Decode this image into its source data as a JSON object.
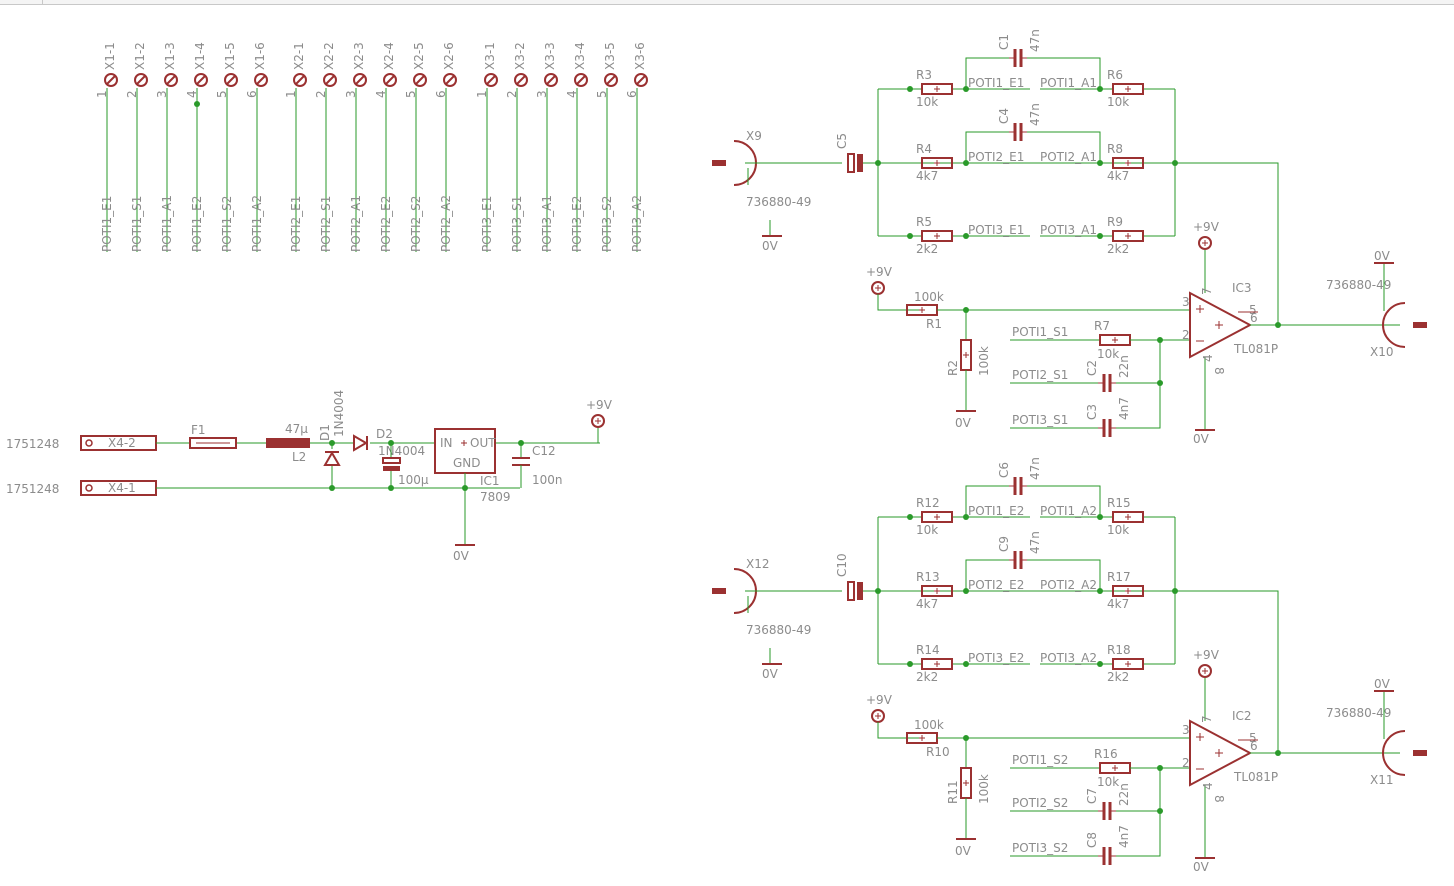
{
  "colors": {
    "wire": "#2a9a2a",
    "component": "#9b3131",
    "text": "#8c8c8c",
    "junction": "#2a9a2a",
    "background": "#ffffff"
  },
  "header_blocks": [
    {
      "pins": [
        {
          "ref": "X1-1",
          "num": "1",
          "net": "POTI1_E1"
        },
        {
          "ref": "X1-2",
          "num": "2",
          "net": "POTI1_S1"
        },
        {
          "ref": "X1-3",
          "num": "3",
          "net": "POTI1_A1"
        },
        {
          "ref": "X1-4",
          "num": "4",
          "net": "POTI1_E2"
        },
        {
          "ref": "X1-5",
          "num": "5",
          "net": "POTI1_S2"
        },
        {
          "ref": "X1-6",
          "num": "6",
          "net": "POTI1_A2"
        }
      ]
    },
    {
      "pins": [
        {
          "ref": "X2-1",
          "num": "1",
          "net": "POTI2_E1"
        },
        {
          "ref": "X2-2",
          "num": "2",
          "net": "POTI2_S1"
        },
        {
          "ref": "X2-3",
          "num": "3",
          "net": "POTI2_A1"
        },
        {
          "ref": "X2-4",
          "num": "4",
          "net": "POTI2_E2"
        },
        {
          "ref": "X2-5",
          "num": "5",
          "net": "POTI2_S2"
        },
        {
          "ref": "X2-6",
          "num": "6",
          "net": "POTI2_A2"
        }
      ]
    },
    {
      "pins": [
        {
          "ref": "X3-1",
          "num": "1",
          "net": "POTI3_E1"
        },
        {
          "ref": "X3-2",
          "num": "2",
          "net": "POTI3_S1"
        },
        {
          "ref": "X3-3",
          "num": "3",
          "net": "POTI3_A1"
        },
        {
          "ref": "X3-4",
          "num": "4",
          "net": "POTI3_E2"
        },
        {
          "ref": "X3-5",
          "num": "5",
          "net": "POTI3_S2"
        },
        {
          "ref": "X3-6",
          "num": "6",
          "net": "POTI3_A2"
        }
      ]
    }
  ],
  "power": {
    "conn1": {
      "part": "1751248",
      "label": "X4-2"
    },
    "conn2": {
      "part": "1751248",
      "label": "X4-1"
    },
    "f1": "F1",
    "l2": {
      "ref": "L2",
      "value": "47µ"
    },
    "d1": {
      "ref": "D1",
      "value": "1N4004"
    },
    "d2": {
      "ref": "D2",
      "value": "1N4004"
    },
    "c11": {
      "value": "100µ"
    },
    "ic1": {
      "ref": "IC1",
      "value": "7809",
      "in": "IN",
      "out": "OUT",
      "gnd": "GND"
    },
    "c12": {
      "ref": "C12",
      "value": "100n"
    },
    "vcc": "+9V",
    "gnd": "0V"
  },
  "channel1": {
    "in_jack": {
      "ref": "X9",
      "value": "736880-49"
    },
    "in_gnd": "0V",
    "c_in": "C5",
    "ca": {
      "ref": "C1",
      "value": "47n"
    },
    "cb": {
      "ref": "C4",
      "value": "47n"
    },
    "ra": {
      "ref": "R3",
      "value": "10k"
    },
    "rb": {
      "ref": "R4",
      "value": "4k7"
    },
    "rc": {
      "ref": "R5",
      "value": "2k2"
    },
    "rd": {
      "ref": "R6",
      "value": "10k"
    },
    "re": {
      "ref": "R8",
      "value": "4k7"
    },
    "rf": {
      "ref": "R9",
      "value": "2k2"
    },
    "na": "POTI1_E1",
    "nb": "POTI1_A1",
    "nc": "POTI2_E1",
    "nd": "POTI2_A1",
    "ne": "POTI3_E1",
    "nf": "POTI3_A1",
    "vcc_left": "+9V",
    "rbias": {
      "ref": "R1",
      "value": "100k"
    },
    "rdiv": {
      "ref": "R2",
      "value": "100k"
    },
    "div_gnd": "0V",
    "ns1": "POTI1_S1",
    "ns2": "POTI2_S1",
    "ns3": "POTI3_S1",
    "rfb": {
      "ref": "R7",
      "value": "10k"
    },
    "cfa": {
      "ref": "C2",
      "value": "22n"
    },
    "cfb": {
      "ref": "C3",
      "value": "4n7"
    },
    "ic": {
      "ref": "IC3",
      "value": "TL081P"
    },
    "ic_vcc": "+9V",
    "ic_gnd": "0V",
    "pins": {
      "p7": "7",
      "p3": "3",
      "p2": "2",
      "p5": "5",
      "p6": "6",
      "p4": "4",
      "p8": "8"
    },
    "out_jack": {
      "ref": "X10",
      "value": "736880-49"
    },
    "out_gnd": "0V"
  },
  "channel2": {
    "in_jack": {
      "ref": "X12",
      "value": "736880-49"
    },
    "in_gnd": "0V",
    "c_in": "C10",
    "ca": {
      "ref": "C6",
      "value": "47n"
    },
    "cb": {
      "ref": "C9",
      "value": "47n"
    },
    "ra": {
      "ref": "R12",
      "value": "10k"
    },
    "rb": {
      "ref": "R13",
      "value": "4k7"
    },
    "rc": {
      "ref": "R14",
      "value": "2k2"
    },
    "rd": {
      "ref": "R15",
      "value": "10k"
    },
    "re": {
      "ref": "R17",
      "value": "4k7"
    },
    "rf": {
      "ref": "R18",
      "value": "2k2"
    },
    "na": "POTI1_E2",
    "nb": "POTI1_A2",
    "nc": "POTI2_E2",
    "nd": "POTI2_A2",
    "ne": "POTI3_E2",
    "nf": "POTI3_A2",
    "vcc_left": "+9V",
    "rbias": {
      "ref": "R10",
      "value": "100k"
    },
    "rdiv": {
      "ref": "R11",
      "value": "100k"
    },
    "div_gnd": "0V",
    "ns1": "POTI1_S2",
    "ns2": "POTI2_S2",
    "ns3": "POTI3_S2",
    "rfb": {
      "ref": "R16",
      "value": "10k"
    },
    "cfa": {
      "ref": "C7",
      "value": "22n"
    },
    "cfb": {
      "ref": "C8",
      "value": "4n7"
    },
    "ic": {
      "ref": "IC2",
      "value": "TL081P"
    },
    "ic_vcc": "+9V",
    "ic_gnd": "0V",
    "pins": {
      "p7": "7",
      "p3": "3",
      "p2": "2",
      "p5": "5",
      "p6": "6",
      "p4": "4",
      "p8": "8"
    },
    "out_jack": {
      "ref": "X11",
      "value": "736880-49"
    },
    "out_gnd": "0V"
  }
}
